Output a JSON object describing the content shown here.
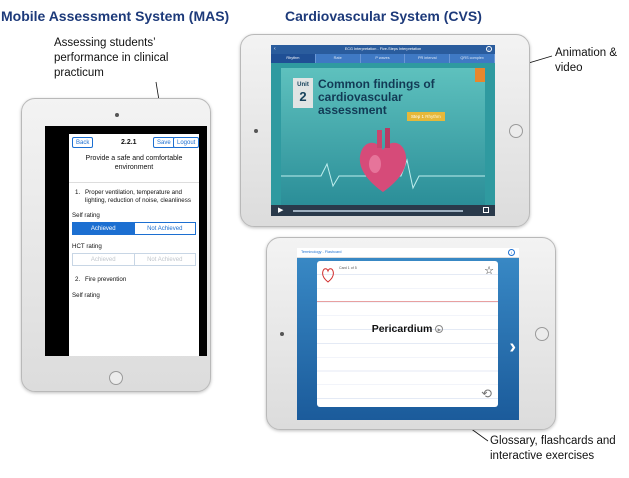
{
  "headings": {
    "mas": "Mobile Assessment System (MAS)",
    "cvs": "Cardiovascular System (CVS)"
  },
  "callouts": {
    "mas": "Assessing students’ performance in clinical practicum",
    "animation": "Animation & video",
    "glossary": "Glossary, flashcards and interactive exercises"
  },
  "mas_app": {
    "back_label": "Back",
    "code": "2.2.1",
    "save_label": "Save",
    "logout_label": "Logout",
    "section_title": "Provide a safe and comfortable environment",
    "items": [
      {
        "number": "1.",
        "text": "Proper ventilation, temperature and lighting, reduction of noise, cleanliness"
      },
      {
        "number": "2.",
        "text": "Fire prevention"
      }
    ],
    "self_rating_label": "Self rating",
    "hct_rating_label": "HCT rating",
    "achieved_label": "Achieved",
    "not_achieved_label": "Not Achieved",
    "accent_color": "#1c6fd1"
  },
  "cvs_app": {
    "window_title": "ECG Interpretation - Five-Steps Interpretation",
    "tabs": [
      "Rhythm",
      "Rate",
      "P waves",
      "PR interval",
      "QRS complex"
    ],
    "active_tab": 0,
    "unit_word": "Unit",
    "unit_number": "2",
    "lesson_title": "Common findings of cardiovascular assessment",
    "step_label": "Step 1",
    "step_name": "Rhythm"
  },
  "flashcard_app": {
    "nav_title": "Terminology - Flashcard",
    "card_counter": "Card 1 of 5",
    "term": "Pericardium"
  }
}
